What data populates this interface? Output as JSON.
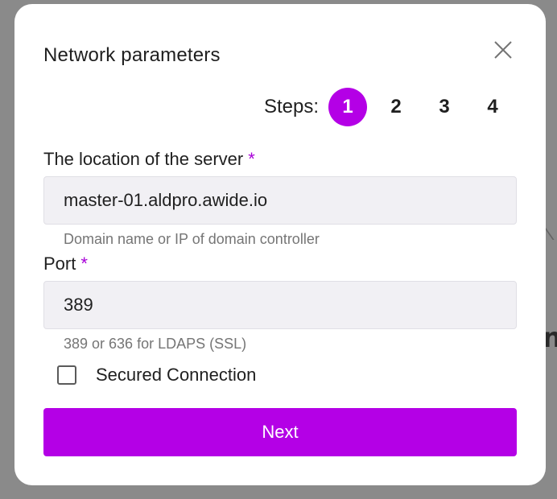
{
  "dialog": {
    "title": "Network parameters",
    "close_icon": "close-icon"
  },
  "steps": {
    "label": "Steps:",
    "items": [
      "1",
      "2",
      "3",
      "4"
    ],
    "active": "1",
    "accent_color": "#b400e6"
  },
  "server_location": {
    "label": "The location of the server",
    "required_mark": "*",
    "value": "master-01.aldpro.awide.io",
    "hint": "Domain name or IP of domain controller"
  },
  "port": {
    "label": "Port",
    "required_mark": "*",
    "value": "389",
    "hint": "389 or 636 for LDAPS (SSL)"
  },
  "secured_connection": {
    "label": "Secured Connection",
    "checked": false
  },
  "next_button": {
    "label": "Next"
  }
}
